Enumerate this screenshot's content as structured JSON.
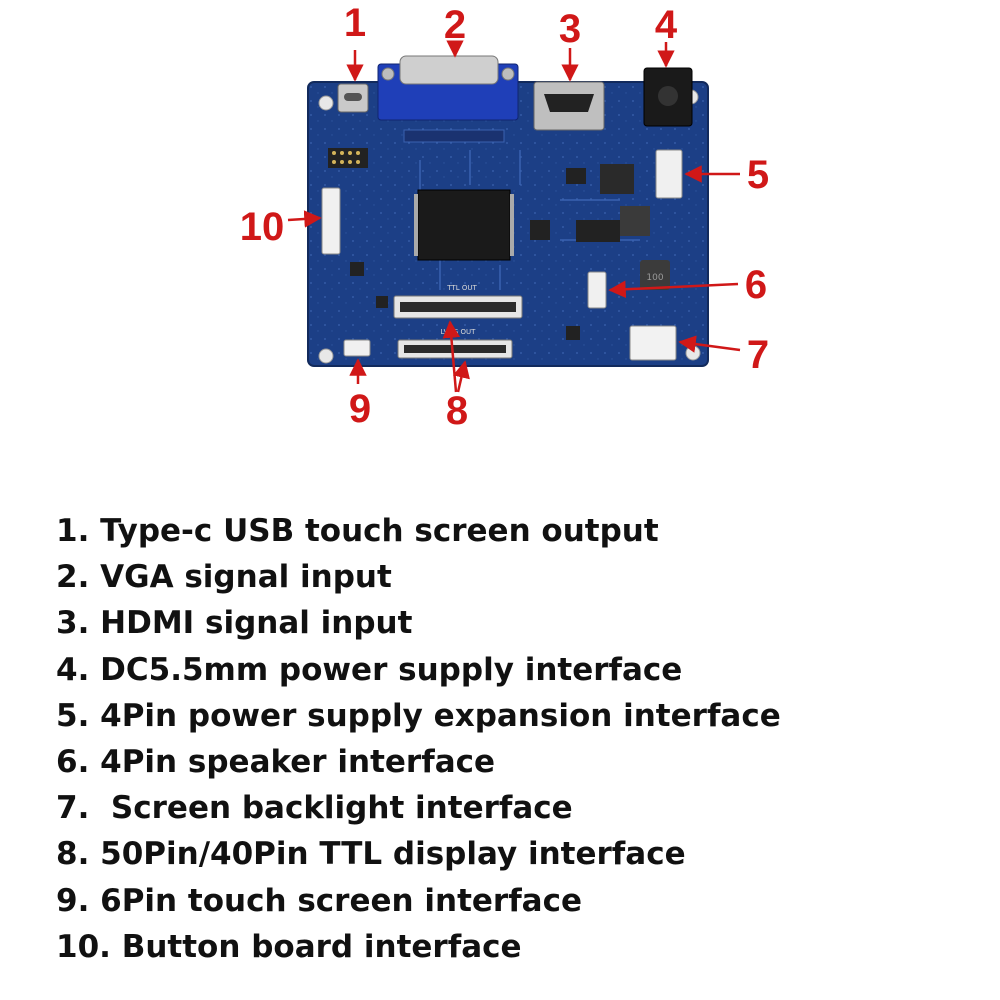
{
  "diagram": {
    "callouts": [
      "1",
      "2",
      "3",
      "4",
      "5",
      "6",
      "7",
      "8",
      "9",
      "10"
    ],
    "silkscreen": {
      "ttl": "TTL OUT",
      "lvds": "LVDS OUT",
      "inductor": "100"
    },
    "colors": {
      "board": "#1c3f86",
      "callout": "#d01818",
      "connector_blue": "#1f3fb8",
      "chip": "#1a1a1a"
    }
  },
  "legend": {
    "items": [
      "1. Type-c USB touch screen output",
      "2. VGA signal input",
      "3. HDMI signal input",
      "4. DC5.5mm power supply interface",
      "5. 4Pin power supply expansion interface",
      "6. 4Pin speaker interface",
      "7.  Screen backlight interface",
      "8. 50Pin/40Pin TTL display interface",
      "9. 6Pin touch screen interface",
      "10. Button board interface"
    ]
  }
}
